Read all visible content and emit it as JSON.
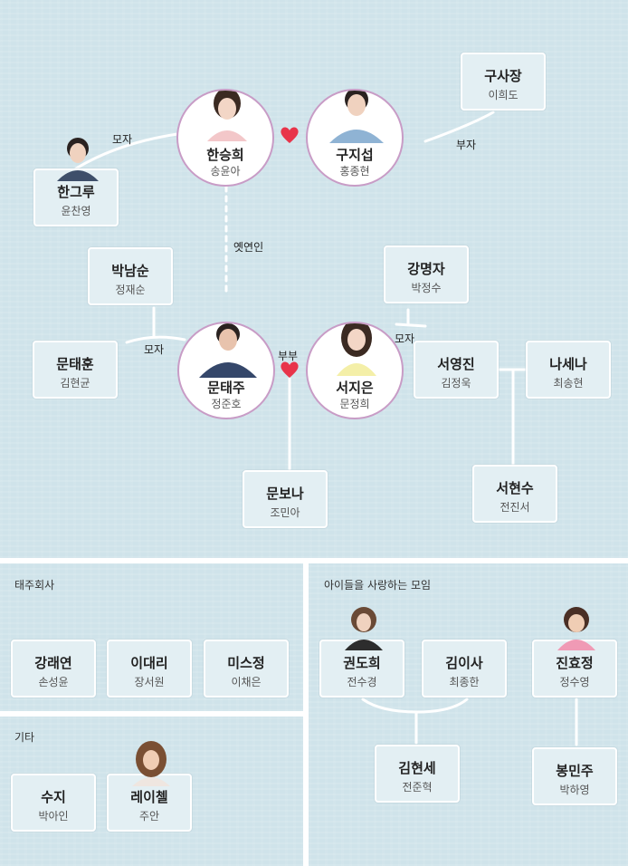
{
  "main": {
    "people": {
      "hanseunghee": {
        "name": "한승희",
        "actor": "송윤아"
      },
      "gujiseop": {
        "name": "구지섭",
        "actor": "홍종현"
      },
      "gusajang": {
        "name": "구사장",
        "actor": "이희도"
      },
      "hangeuru": {
        "name": "한그루",
        "actor": "윤찬영"
      },
      "parknamsun": {
        "name": "박남순",
        "actor": "정재순"
      },
      "muntaehun": {
        "name": "문태훈",
        "actor": "김현균"
      },
      "muntaeju": {
        "name": "문태주",
        "actor": "정준호"
      },
      "seojieun": {
        "name": "서지은",
        "actor": "문정희"
      },
      "gangmyeongja": {
        "name": "강명자",
        "actor": "박정수"
      },
      "seoyeongjin": {
        "name": "서영진",
        "actor": "김정욱"
      },
      "nasena": {
        "name": "나세나",
        "actor": "최송현"
      },
      "munbona": {
        "name": "문보나",
        "actor": "조민아"
      },
      "seohyeonsu": {
        "name": "서현수",
        "actor": "전진서"
      }
    },
    "relations": {
      "moja1": "모자",
      "buja": "부자",
      "yetyeonin": "옛연인",
      "moja2": "모자",
      "bubu": "부부",
      "moja3": "모자"
    }
  },
  "company": {
    "title": "태주회사",
    "people": [
      {
        "name": "강래연",
        "actor": "손성윤"
      },
      {
        "name": "이대리",
        "actor": "장서원"
      },
      {
        "name": "미스정",
        "actor": "이채은"
      }
    ]
  },
  "other": {
    "title": "기타",
    "people": [
      {
        "name": "수지",
        "actor": "박아인"
      },
      {
        "name": "레이첼",
        "actor": "주안"
      }
    ]
  },
  "meeting": {
    "title": "아이들을 사랑하는 모임",
    "people": [
      {
        "name": "권도희",
        "actor": "전수경"
      },
      {
        "name": "김이사",
        "actor": "최종한"
      },
      {
        "name": "진효정",
        "actor": "정수영"
      },
      {
        "name": "김현세",
        "actor": "전준혁"
      },
      {
        "name": "봉민주",
        "actor": "박하영"
      }
    ]
  },
  "colors": {
    "background": "#cfe3ea",
    "box": "#e3eff3",
    "circle_border": "#c89cc6",
    "heart": "#e8344a"
  }
}
